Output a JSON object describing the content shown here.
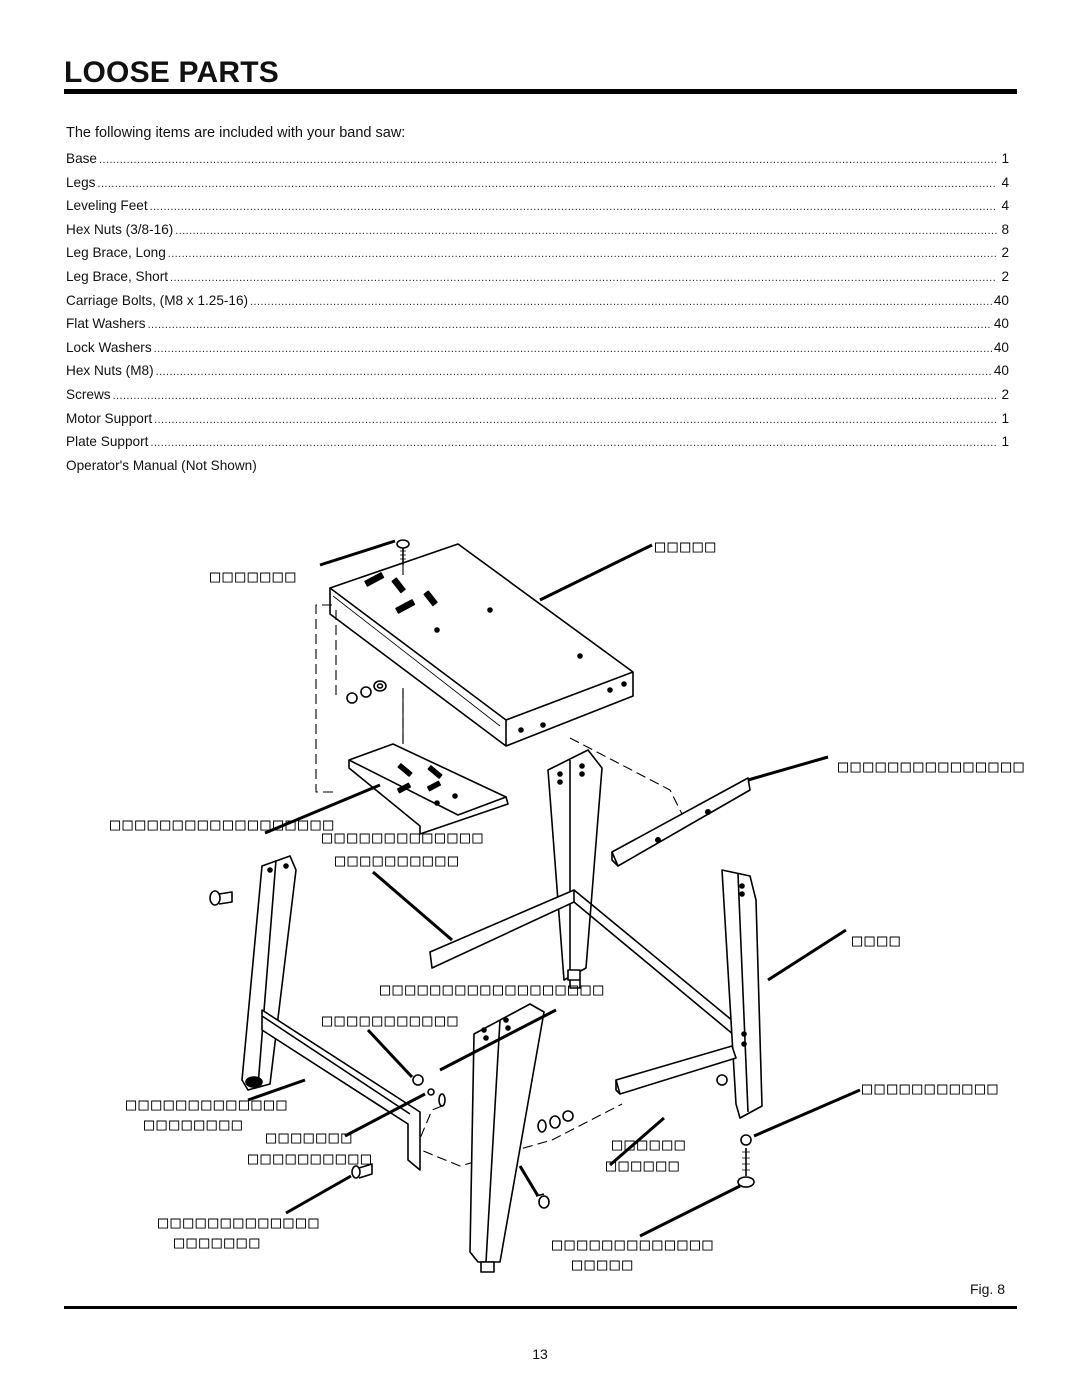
{
  "page": {
    "heading": "LOOSE PARTS",
    "intro": "The following items are included with your band saw:",
    "figure_label": "Fig. 8",
    "page_number": "13"
  },
  "parts_list": [
    {
      "name": "Base",
      "qty": "1"
    },
    {
      "name": "Legs",
      "qty": "4"
    },
    {
      "name": "Leveling Feet",
      "qty": "4"
    },
    {
      "name": "Hex Nuts (3/8-16)",
      "qty": "8"
    },
    {
      "name": "Leg Brace, Long",
      "qty": "2"
    },
    {
      "name": "Leg Brace, Short",
      "qty": "2"
    },
    {
      "name": "Carriage Bolts, (M8 x 1.25-16)",
      "qty": "40"
    },
    {
      "name": "Flat Washers",
      "qty": "40"
    },
    {
      "name": "Lock Washers",
      "qty": "40"
    },
    {
      "name": "Hex Nuts (M8)",
      "qty": "40"
    },
    {
      "name": "Screws",
      "qty": "2"
    },
    {
      "name": "Motor Support",
      "qty": "1"
    },
    {
      "name": "Plate Support",
      "qty": "1"
    },
    {
      "name": "Operator's Manual (Not Shown)",
      "qty": ""
    }
  ],
  "callouts": [
    {
      "id": "screws",
      "text": "□□□□□□□"
    },
    {
      "id": "base",
      "text": "□□□□□"
    },
    {
      "id": "plate-support",
      "text": "□□□□□□□□□□□□□□□□□□"
    },
    {
      "id": "leg-brace-short",
      "text": "□□□□□□□□□□□□□□□"
    },
    {
      "id": "leg-brace-long-1",
      "text": "□□□□□□□□□□□□□"
    },
    {
      "id": "leg-brace-long-2",
      "text": "□□□□□□□□□□"
    },
    {
      "id": "legs",
      "text": "□□□□"
    },
    {
      "id": "carriage-bolt",
      "text": "□□□□□□□□□□□□□□□□□□"
    },
    {
      "id": "hex-nut-m8",
      "text": "□□□□□□□□□□□"
    },
    {
      "id": "hex-nut-38",
      "text": "□□□□□□□□□□□"
    },
    {
      "id": "carriage-bolts-1",
      "text": "□□□□□□□□□□□□□"
    },
    {
      "id": "carriage-bolts-2",
      "text": "□□□□□□□□"
    },
    {
      "id": "flat-washer-1",
      "text": "□□□□□□□"
    },
    {
      "id": "flat-washer-2",
      "text": "□□□□□□□□□□"
    },
    {
      "id": "lock-washer-1",
      "text": "□□□□□□"
    },
    {
      "id": "lock-washer-2",
      "text": "□□□□□□"
    },
    {
      "id": "motor-support-1",
      "text": "□□□□□□□□□□□□□"
    },
    {
      "id": "motor-support-2",
      "text": "□□□□□□□"
    },
    {
      "id": "leveling-feet-1",
      "text": "□□□□□□□□□□□□□"
    },
    {
      "id": "leveling-feet-2",
      "text": "□□□□□"
    }
  ]
}
